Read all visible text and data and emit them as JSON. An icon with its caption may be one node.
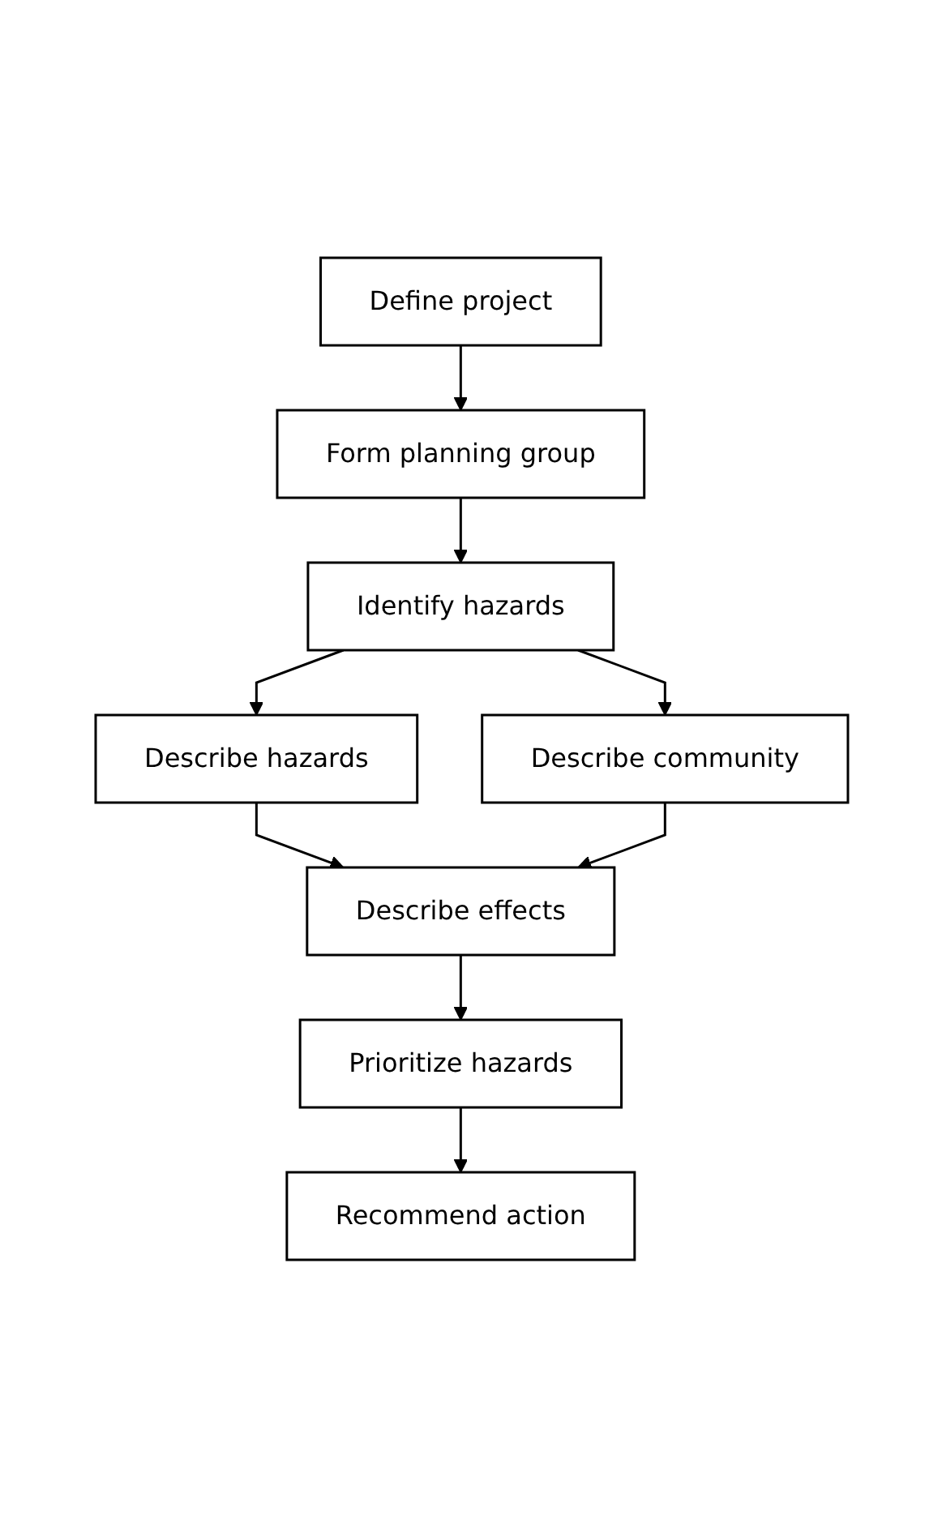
{
  "diagram": {
    "nodes": [
      {
        "text": [
          "Define project"
        ]
      },
      {
        "text": [
          "Form planning group"
        ]
      },
      {
        "text": [
          "Identify hazards"
        ]
      },
      {
        "text": [
          "Describe hazards"
        ]
      },
      {
        "text": [
          "Describe community"
        ]
      },
      {
        "text": [
          "Describe effects"
        ]
      },
      {
        "text": [
          "Prioritize hazards"
        ]
      },
      {
        "text": [
          "Recommend action"
        ]
      }
    ],
    "edges": [
      {
        "from": 0,
        "to": 1,
        "arrow": "to"
      },
      {
        "from": 1,
        "to": 2,
        "arrow": "to"
      },
      {
        "from": 2,
        "to": 3,
        "arrow": "to"
      },
      {
        "from": 2,
        "to": 4,
        "arrow": "to"
      },
      {
        "from": 3,
        "to": 5,
        "arrow": "to"
      },
      {
        "from": 4,
        "to": 5,
        "arrow": "to"
      },
      {
        "from": 5,
        "to": 6,
        "arrow": "to"
      },
      {
        "from": 6,
        "to": 7,
        "arrow": "to"
      }
    ]
  }
}
